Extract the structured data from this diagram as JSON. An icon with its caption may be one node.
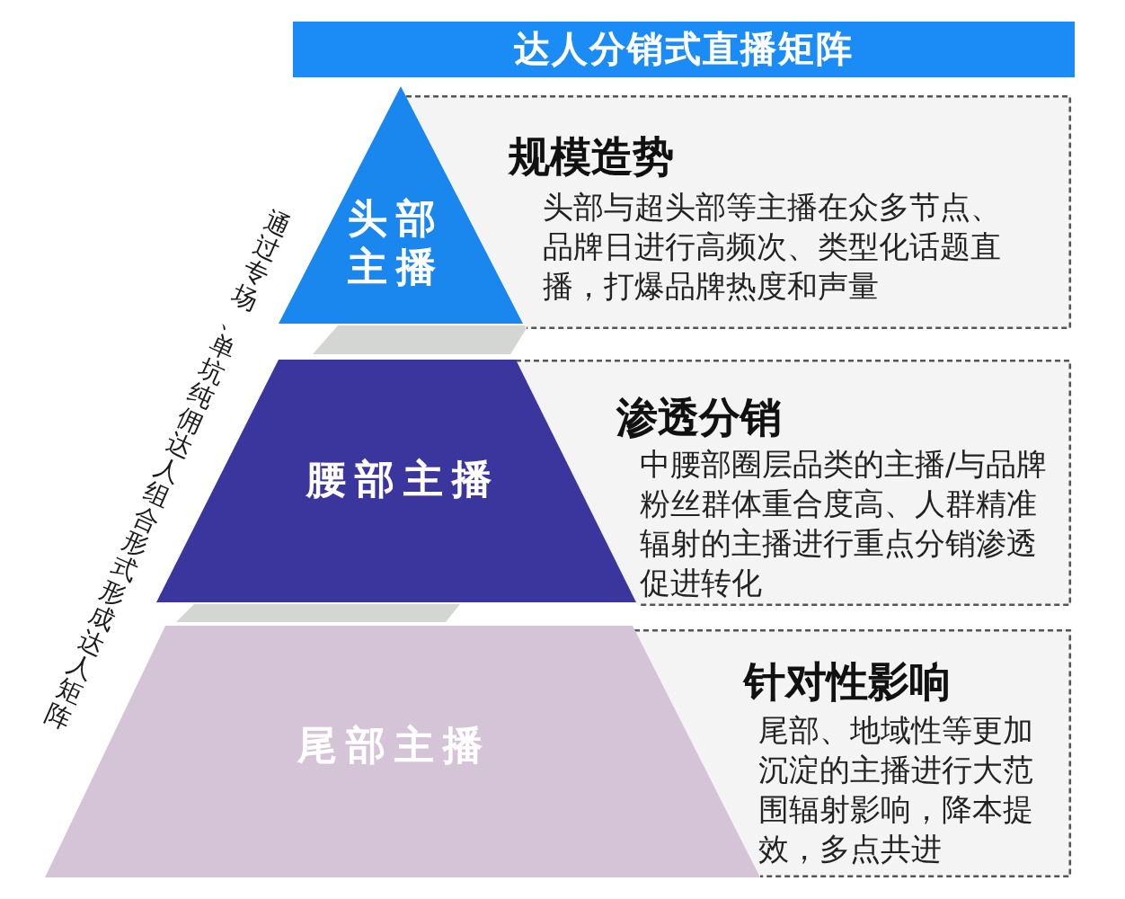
{
  "diagram": {
    "title": "达人分销式直播矩阵",
    "nodes": [
      {
        "text": [
          "头部主播"
        ]
      },
      {
        "text": [
          "规模造势",
          "头部与超头部等主播在众多节点、品牌日进行高频次、类型化话题直播，打爆品牌热度和声量"
        ]
      },
      {
        "text": [
          "腰部主播"
        ]
      },
      {
        "text": [
          "渗透分销",
          "中腰部圈层品类的主播/与品牌粉丝群体重合度高、人群精准辐射的主播进行重点分销渗透促进转化"
        ]
      },
      {
        "text": [
          "尾部主播"
        ]
      },
      {
        "text": [
          "针对性影响",
          "尾部、地域性等更加沉淀的主播进行大范围辐射影响，降本提效，多点共进"
        ]
      }
    ],
    "labels": [
      "通过专场、单坑纯佣达人组合形式形成达人矩阵"
    ]
  }
}
